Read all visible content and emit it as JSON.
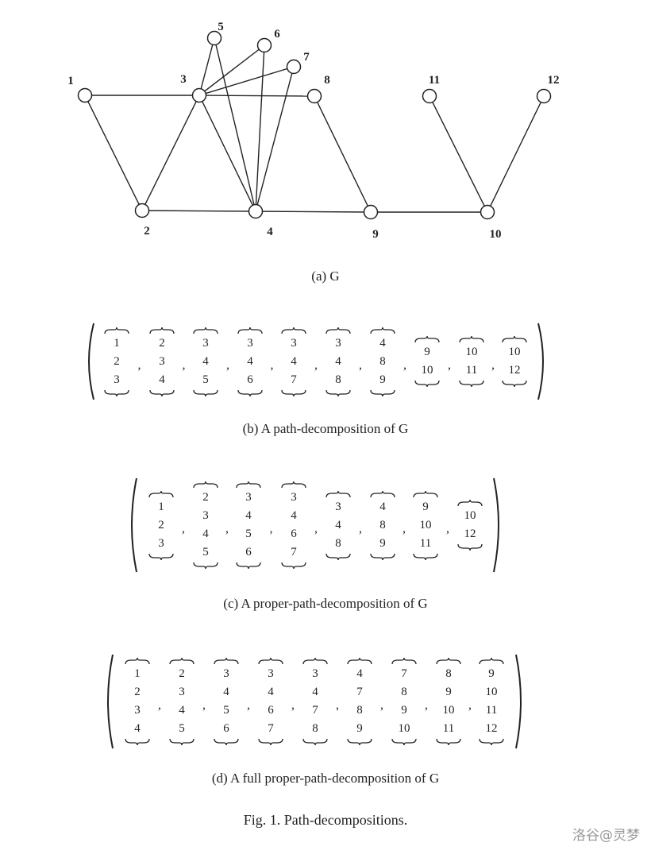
{
  "graph": {
    "nodes": [
      "1",
      "2",
      "3",
      "4",
      "5",
      "6",
      "7",
      "8",
      "9",
      "10",
      "11",
      "12"
    ],
    "edges": [
      [
        "1",
        "3"
      ],
      [
        "1",
        "2"
      ],
      [
        "2",
        "3"
      ],
      [
        "2",
        "4"
      ],
      [
        "3",
        "8"
      ],
      [
        "3",
        "4"
      ],
      [
        "3",
        "5"
      ],
      [
        "3",
        "6"
      ],
      [
        "3",
        "7"
      ],
      [
        "4",
        "5"
      ],
      [
        "4",
        "6"
      ],
      [
        "4",
        "7"
      ],
      [
        "4",
        "9"
      ],
      [
        "8",
        "9"
      ],
      [
        "9",
        "10"
      ],
      [
        "10",
        "11"
      ],
      [
        "10",
        "12"
      ]
    ]
  },
  "captions": {
    "a": "(a) G",
    "b": "(b) A path-decomposition of G",
    "c": "(c) A proper-path-decomposition of G",
    "d": "(d) A full proper-path-decomposition of G",
    "fig": "Fig. 1. Path-decompositions."
  },
  "decompositions": [
    {
      "id": "b",
      "sets": [
        [
          "1",
          "2",
          "3"
        ],
        [
          "2",
          "3",
          "4"
        ],
        [
          "3",
          "4",
          "5"
        ],
        [
          "3",
          "4",
          "6"
        ],
        [
          "3",
          "4",
          "7"
        ],
        [
          "3",
          "4",
          "8"
        ],
        [
          "4",
          "8",
          "9"
        ],
        [
          "9",
          "10"
        ],
        [
          "10",
          "11"
        ],
        [
          "10",
          "12"
        ]
      ]
    },
    {
      "id": "c",
      "sets": [
        [
          "1",
          "2",
          "3"
        ],
        [
          "2",
          "3",
          "4",
          "5"
        ],
        [
          "3",
          "4",
          "5",
          "6"
        ],
        [
          "3",
          "4",
          "6",
          "7"
        ],
        [
          "3",
          "4",
          "8"
        ],
        [
          "4",
          "8",
          "9"
        ],
        [
          "9",
          "10",
          "11"
        ],
        [
          "10",
          "12"
        ]
      ]
    },
    {
      "id": "d",
      "sets": [
        [
          "1",
          "2",
          "3",
          "4"
        ],
        [
          "2",
          "3",
          "4",
          "5"
        ],
        [
          "3",
          "4",
          "5",
          "6"
        ],
        [
          "3",
          "4",
          "6",
          "7"
        ],
        [
          "3",
          "4",
          "7",
          "8"
        ],
        [
          "4",
          "7",
          "8",
          "9"
        ],
        [
          "7",
          "8",
          "9",
          "10"
        ],
        [
          "8",
          "9",
          "10",
          "11"
        ],
        [
          "9",
          "10",
          "11",
          "12"
        ]
      ]
    }
  ],
  "watermark": "洛谷@灵梦"
}
